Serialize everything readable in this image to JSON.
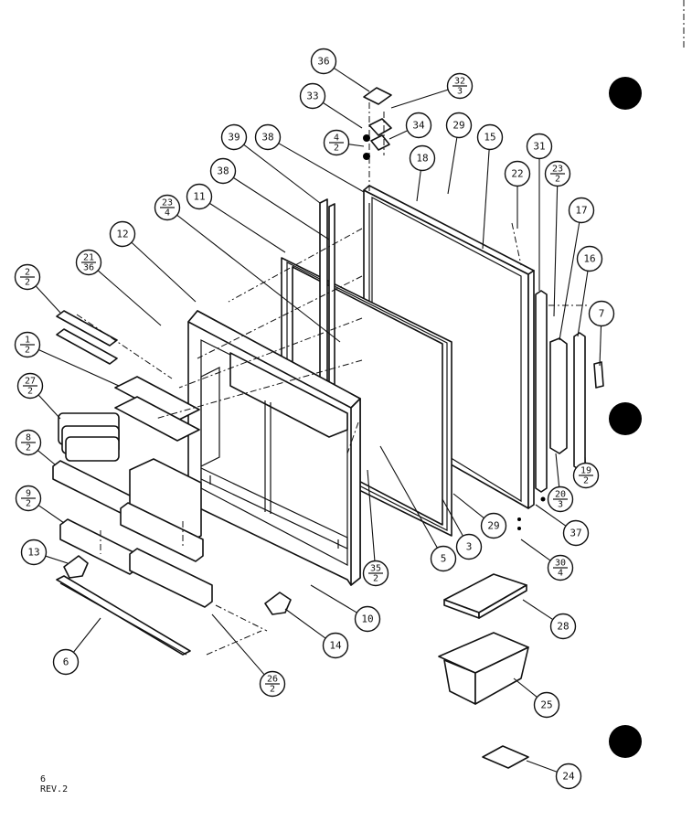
{
  "callouts": [
    {
      "id": "36",
      "text": "36"
    },
    {
      "id": "32-3",
      "num": "32",
      "den": "3"
    },
    {
      "id": "33",
      "text": "33"
    },
    {
      "id": "34",
      "text": "34"
    },
    {
      "id": "4-2",
      "num": "4",
      "den": "2"
    },
    {
      "id": "29a",
      "text": "29"
    },
    {
      "id": "15",
      "text": "15"
    },
    {
      "id": "39",
      "text": "39"
    },
    {
      "id": "38a",
      "text": "38"
    },
    {
      "id": "18",
      "text": "18"
    },
    {
      "id": "31",
      "text": "31"
    },
    {
      "id": "22",
      "text": "22"
    },
    {
      "id": "23-2",
      "num": "23",
      "den": "2"
    },
    {
      "id": "38b",
      "text": "38"
    },
    {
      "id": "23-4",
      "num": "23",
      "den": "4"
    },
    {
      "id": "11",
      "text": "11"
    },
    {
      "id": "17",
      "text": "17"
    },
    {
      "id": "12",
      "text": "12"
    },
    {
      "id": "21-36",
      "num": "21",
      "den": "36"
    },
    {
      "id": "16",
      "text": "16"
    },
    {
      "id": "2-2",
      "num": "2",
      "den": "2"
    },
    {
      "id": "7",
      "text": "7"
    },
    {
      "id": "1-2",
      "num": "1",
      "den": "2"
    },
    {
      "id": "27-2",
      "num": "27",
      "den": "2"
    },
    {
      "id": "8-2",
      "num": "8",
      "den": "2"
    },
    {
      "id": "19-2",
      "num": "19",
      "den": "2"
    },
    {
      "id": "9-2",
      "num": "9",
      "den": "2"
    },
    {
      "id": "20-3",
      "num": "20",
      "den": "3"
    },
    {
      "id": "29b",
      "text": "29"
    },
    {
      "id": "3",
      "text": "3"
    },
    {
      "id": "5",
      "text": "5"
    },
    {
      "id": "37",
      "text": "37"
    },
    {
      "id": "35-2",
      "num": "35",
      "den": "2"
    },
    {
      "id": "13",
      "text": "13"
    },
    {
      "id": "30-4",
      "num": "30",
      "den": "4"
    },
    {
      "id": "10",
      "text": "10"
    },
    {
      "id": "28",
      "text": "28"
    },
    {
      "id": "14",
      "text": "14"
    },
    {
      "id": "6",
      "text": "6"
    },
    {
      "id": "26-2",
      "num": "26",
      "den": "2"
    },
    {
      "id": "25",
      "text": "25"
    },
    {
      "id": "24",
      "text": "24"
    }
  ],
  "stamp": {
    "line1": "6",
    "line2": "REV.2"
  }
}
